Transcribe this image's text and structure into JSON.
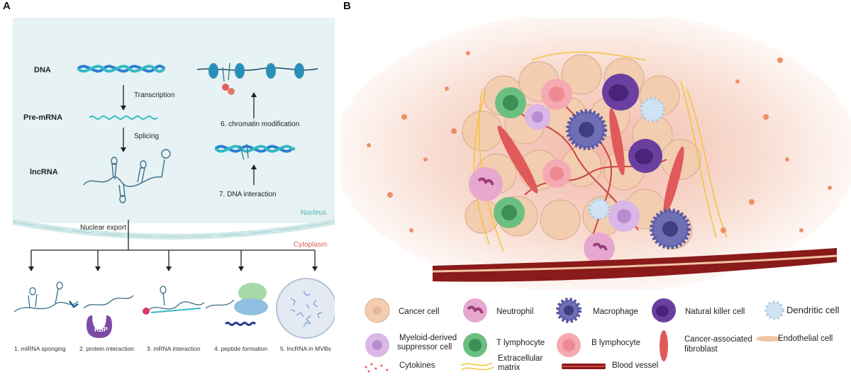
{
  "panel_a": {
    "letter": "A",
    "dna": "DNA",
    "pre_mrna": "Pre-mRNA",
    "lncrna": "lncRNA",
    "transcription": "Transcription",
    "splicing": "Splicing",
    "chromatin": "6. chromatin modification",
    "dna_interaction": "7. DNA interaction",
    "nucleus": "Nucleus",
    "nuclear_export": "Nuclear export",
    "cytoplasm": "Cytoplasm",
    "rbp": "RBP",
    "functions": [
      "1. miRNA sponging",
      "2. protein interaction",
      "3. mRNA interaction",
      "4. peptide formation",
      "5. lncRNA in MVBs"
    ],
    "colors": {
      "nucleus_bg": "#e6f2f3",
      "cytoplasm_bg": "#ffffff",
      "dna_blue": "#2a7fd4",
      "dna_teal": "#34b9c4",
      "nucleus_label": "#4fb3b3",
      "cytoplasm_label": "#e05a5a"
    }
  },
  "panel_b": {
    "letter": "B",
    "legend": {
      "cancer_cell": "Cancer cell",
      "neutrophil": "Neutrophil",
      "macrophage": "Macrophage",
      "nk_cell": "Natural killer cell",
      "dendritic": "Dendritic cell",
      "mdsc_1": "Myeloid-derived",
      "mdsc_2": "suppressor cell",
      "t_lymph": "T lymphocyte",
      "b_lymph": "B lymphocyte",
      "caf_1": "Cancer-associated",
      "caf_2": "fibroblast",
      "endothelial": "Endothelial cell",
      "cytokines": "Cytokines",
      "ecm_1": "Extracellular",
      "ecm_2": "matrix",
      "blood_vessel": "Blood vessel"
    },
    "icons": [
      "cancer-cell-icon",
      "neutrophil-icon",
      "macrophage-icon",
      "nk-cell-icon",
      "dendritic-cell-icon",
      "mdsc-icon",
      "t-lymphocyte-icon",
      "b-lymphocyte-icon",
      "caf-icon",
      "endothelial-icon",
      "cytokines-icon",
      "ecm-icon",
      "blood-vessel-icon"
    ],
    "colors": {
      "cancer": "#f3cdb0",
      "neutrophil": "#e7a8cf",
      "macrophage": "#6f6fb6",
      "nk": "#6b3fa0",
      "dendritic": "#cfe3f2",
      "mdsc": "#d9b7e6",
      "t_cell": "#6bbf80",
      "b_cell": "#f4aab0",
      "caf": "#e05a5a",
      "vessel": "#8b1a1a",
      "ecm": "#f4c23c"
    }
  }
}
